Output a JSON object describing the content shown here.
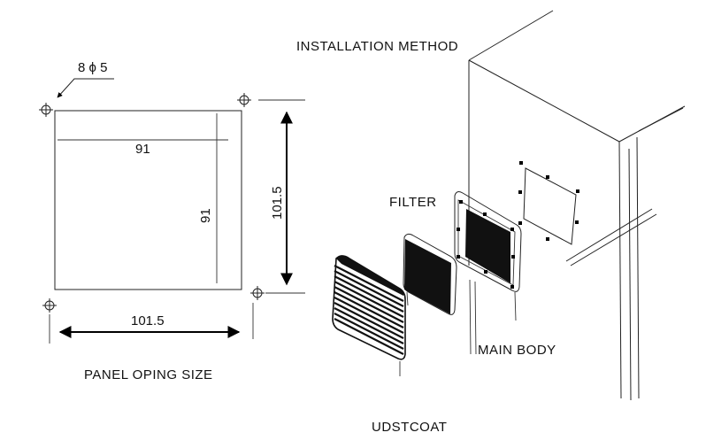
{
  "labels": {
    "installation_method": "INSTALLATION METHOD",
    "filter": "FILTER",
    "main_body": "MAIN BODY",
    "panel_size": "PANEL OPING SIZE",
    "dustcoat": "UDSTCOAT",
    "hole_spec": "8 ϕ 5"
  },
  "dimensions": {
    "inner_width": "91",
    "inner_height": "91",
    "outer_width": "101.5",
    "outer_height": "101.5"
  },
  "colors": {
    "ink": "#000000",
    "background": "#ffffff"
  }
}
